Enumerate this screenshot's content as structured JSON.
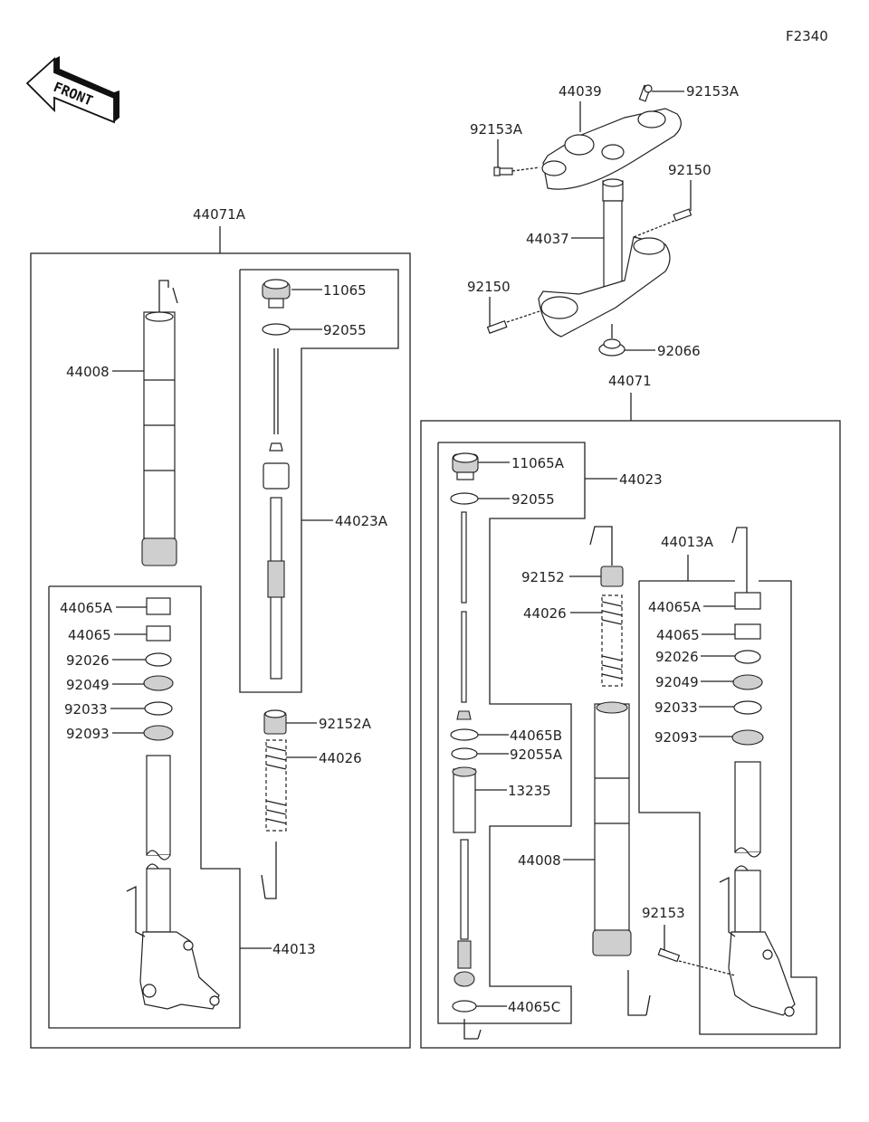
{
  "figure_code": "F2340",
  "front_arrow_label": "FRONT",
  "colors": {
    "line": "#222222",
    "background": "#ffffff",
    "part_shade": "#cfcfcf"
  },
  "labels": {
    "top_triple_clamp": "44039",
    "bolt_upper_right": "92153A",
    "bolt_upper_left": "92153A",
    "stem": "44037",
    "bolt_lower_right": "92150",
    "bolt_lower_left": "92150",
    "stem_cap": "92066",
    "left_fork_assy": "44071A",
    "left_outer_tube": "44008",
    "left_cap_bolt": "11065",
    "left_oring": "92055",
    "left_cartridge": "44023A",
    "left_collar_nut": "92152A",
    "left_spring": "44026",
    "left_bush_a": "44065A",
    "left_bush": "44065",
    "left_washer": "92026",
    "left_oil_seal": "92049",
    "left_circlip": "92033",
    "left_dust_seal": "92093",
    "left_inner_tube": "44013",
    "right_fork_assy": "44071",
    "right_cap_bolt": "11065A",
    "right_cartridge": "44023",
    "right_oring": "92055",
    "right_collar_nut": "92152",
    "right_spring": "44026",
    "right_inner_assy": "44013A",
    "right_bush_a": "44065A",
    "right_bush": "44065",
    "right_washer": "92026",
    "right_oil_seal": "92049",
    "right_circlip": "92033",
    "right_dust_seal": "92093",
    "right_bush_b": "44065B",
    "right_oring_a": "92055A",
    "right_cylinder": "13235",
    "right_outer_tube": "44008",
    "right_axle_bolt": "92153",
    "right_bush_c": "44065C"
  }
}
